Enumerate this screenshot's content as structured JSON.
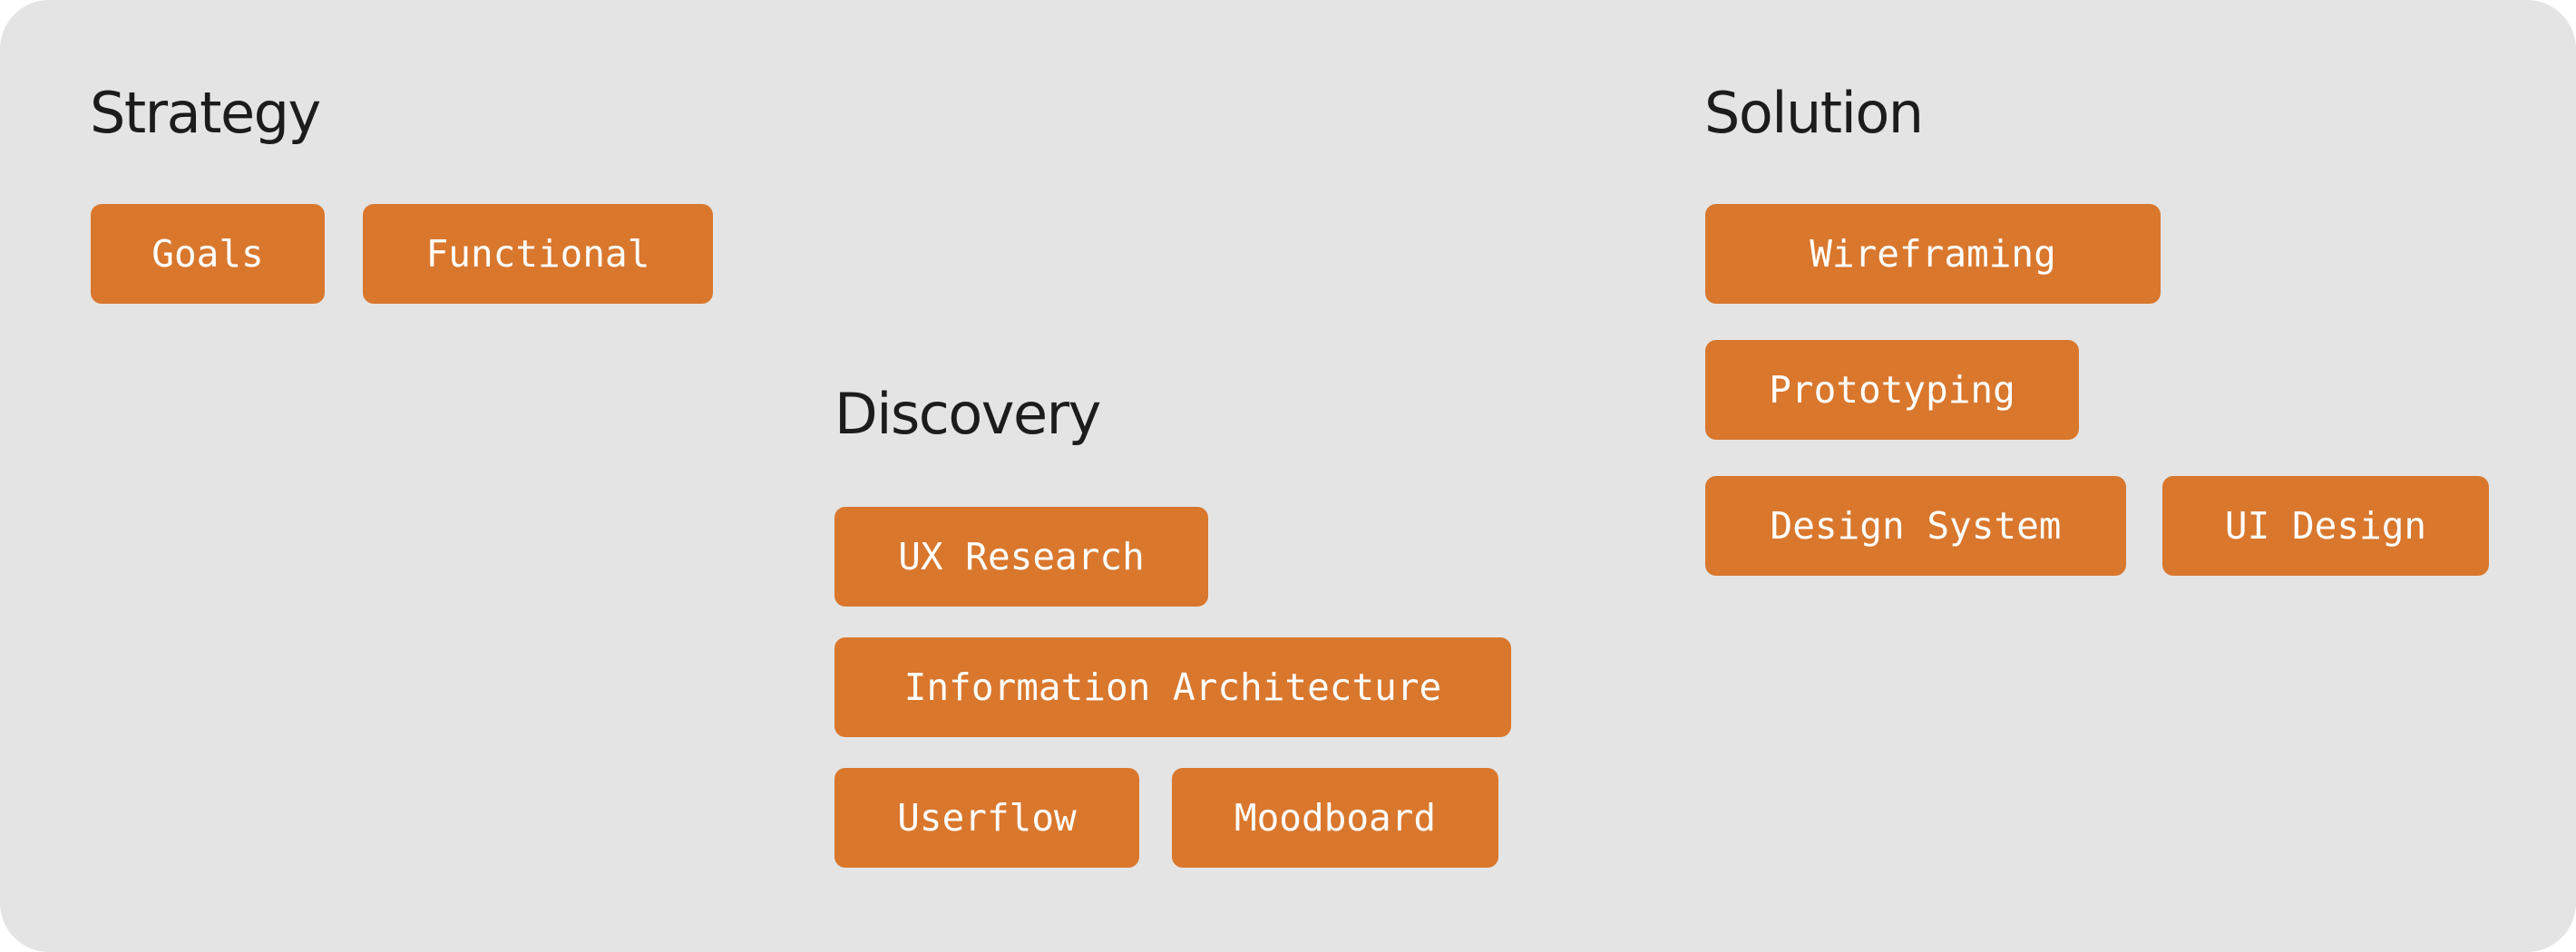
{
  "sections": {
    "strategy": {
      "title": "Strategy",
      "items": [
        "Goals",
        "Functional"
      ]
    },
    "discovery": {
      "title": "Discovery",
      "items": [
        "UX Research",
        "Information Architecture",
        "Userflow",
        "Moodboard"
      ]
    },
    "solution": {
      "title": "Solution",
      "items": [
        "Wireframing",
        "Prototyping",
        "Design System",
        "UI Design"
      ]
    }
  },
  "colors": {
    "background": "#e4e4e4",
    "chip": "#d9772d",
    "chip_text": "#ffffff",
    "heading": "#1c1c1c"
  }
}
